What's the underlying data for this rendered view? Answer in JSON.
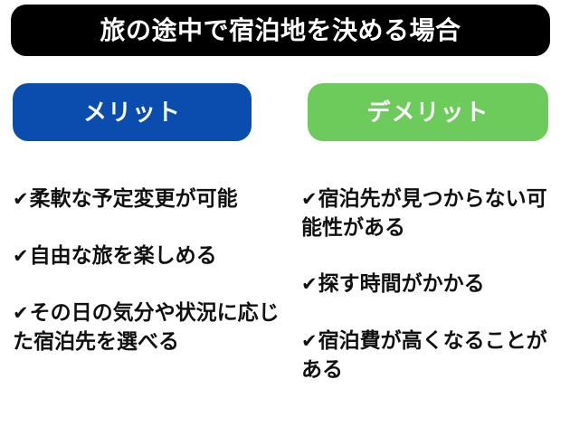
{
  "banner": {
    "title": "旅の途中で宿泊地を決める場合",
    "background_color": "#000000",
    "text_color": "#ffffff"
  },
  "columns": [
    {
      "key": "merit",
      "header_label": "メリット",
      "header_color": "#0a4dae",
      "header_text_color": "#ffffff",
      "bullet_icon": "check-icon",
      "bullet_glyph": "✔",
      "items": [
        {
          "text": "柔軟な予定変更が可能"
        },
        {
          "text": "自由な旅を楽しめる"
        },
        {
          "text": "その日の気分や状況に応じた宿泊先を選べる"
        }
      ]
    },
    {
      "key": "demerit",
      "header_label": "デメリット",
      "header_color": "#6dcb5c",
      "header_text_color": "#ffffff",
      "bullet_icon": "check-icon",
      "bullet_glyph": "✔",
      "items": [
        {
          "text": "宿泊先が見つからない可能性がある"
        },
        {
          "text": "探す時間がかかる"
        },
        {
          "text": "宿泊費が高くなることがある"
        }
      ]
    }
  ]
}
